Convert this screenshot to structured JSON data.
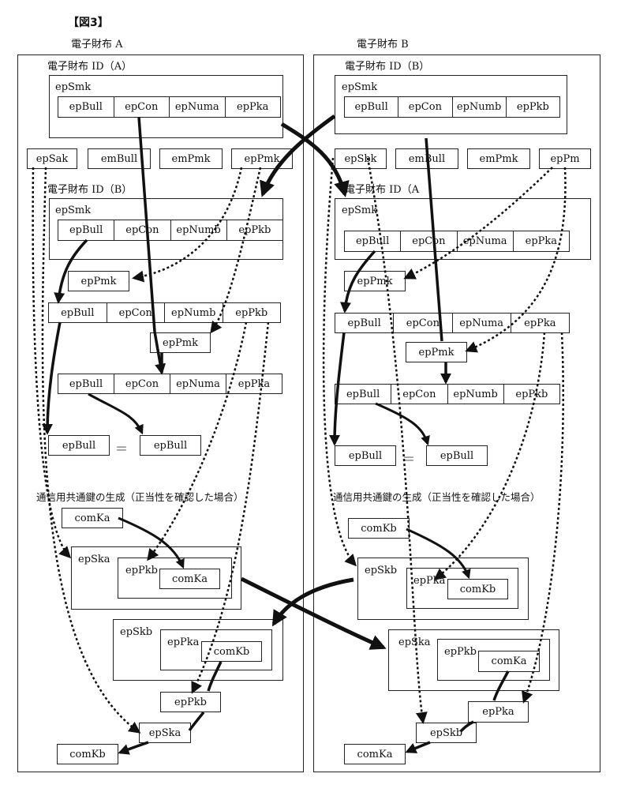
{
  "figure_title": "【図3】",
  "wallet_a": {
    "header": "電子財布 A",
    "own_id_label": "電子財布 ID（A）",
    "own_smk": "epSmk",
    "own_fields": [
      "epBull",
      "epCon",
      "epNuma",
      "epPka"
    ],
    "keys": [
      "epSak",
      "emBull",
      "emPmk",
      "epPmk"
    ],
    "peer_id_label": "電子財布 ID（B）",
    "peer_smk": "epSmk",
    "peer_fields": [
      "epBull",
      "epCon",
      "epNumb",
      "epPkb"
    ],
    "pmk_1": "epPmk",
    "row2": [
      "epBull",
      "epCon",
      "epNumb",
      "epPkb"
    ],
    "pmk_2": "epPmk",
    "row3": [
      "epBull",
      "epCon",
      "epNuma",
      "epPka"
    ],
    "cmp_left": "epBull",
    "eq": "＝",
    "cmp_right": "epBull",
    "section": "通信用共通鍵の生成（正当性を確認した場合）",
    "com_key": "comKa",
    "enc_outer": "epSka",
    "enc_mid": "epPkb",
    "enc_inner": "comKa",
    "recv_outer": "epSkb",
    "recv_mid": "epPka",
    "recv_inner": "comKb",
    "dec1": "epPkb",
    "dec2": "epSka",
    "result": "comKb"
  },
  "wallet_b": {
    "header": "電子財布 B",
    "own_id_label": "電子財布 ID（B）",
    "own_smk": "epSmk",
    "own_fields": [
      "epBull",
      "epCon",
      "epNumb",
      "epPkb"
    ],
    "keys": [
      "epSbk",
      "emBull",
      "emPmk",
      "epPm"
    ],
    "peer_id_label": "電子財布 ID（A",
    "peer_smk": "epSmk",
    "peer_fields": [
      "epBull",
      "epCon",
      "epNuma",
      "epPka"
    ],
    "pmk_1": "epPmk",
    "row2": [
      "epBull",
      "epCon",
      "epNuma",
      "epPka"
    ],
    "pmk_2": "epPmk",
    "row3": [
      "epBull",
      "epCon",
      "epNumb",
      "epPkb"
    ],
    "cmp_left": "epBull",
    "eq": "＝",
    "cmp_right": "epBull",
    "section": "通信用共通鍵の生成（正当性を確認した場合）",
    "com_key": "comKb",
    "enc_outer": "epSkb",
    "enc_mid": "epPka",
    "enc_inner": "comKb",
    "recv_outer": "epSka",
    "recv_mid": "epPkb",
    "recv_inner": "comKa",
    "dec1": "epPka",
    "dec2": "epSkb",
    "result": "comKa"
  }
}
